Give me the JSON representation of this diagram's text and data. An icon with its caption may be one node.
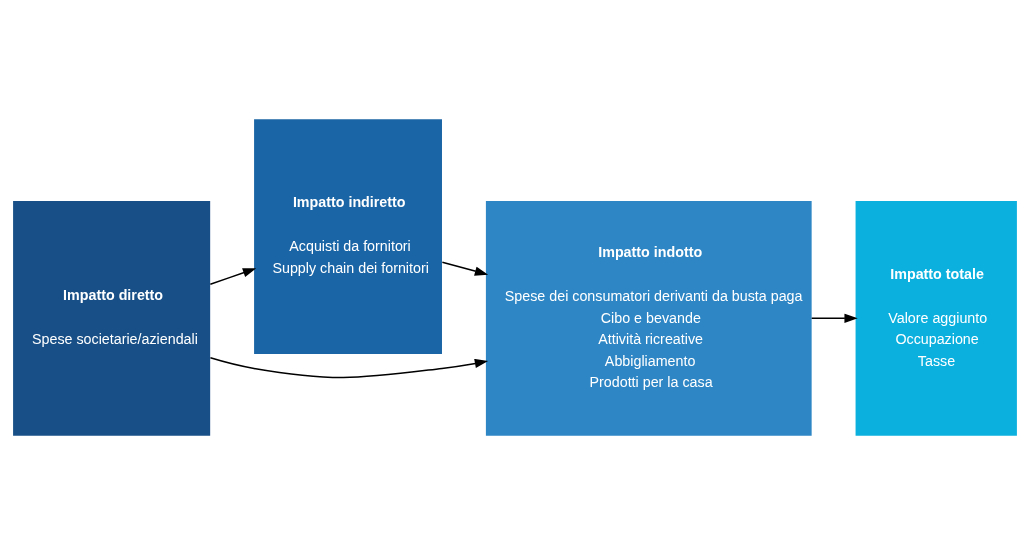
{
  "diagram": {
    "nodes": [
      {
        "text": [
          "Impatto diretto",
          "Spese societarie/aziendali"
        ]
      },
      {
        "text": [
          "Impatto indiretto",
          "Acquisti da fornitori",
          "Supply chain dei fornitori"
        ]
      },
      {
        "text": [
          "Impatto indotto",
          "Spese dei consumatori derivanti da busta paga",
          "Cibo e bevande",
          "Attività ricreative",
          "Abbigliamento",
          "Prodotti per la casa"
        ]
      },
      {
        "text": [
          "Impatto totale",
          "Valore aggiunto",
          "Occupazione",
          "Tasse"
        ]
      }
    ],
    "edges": [
      {
        "from": 0,
        "to": 2,
        "arrow": "to"
      },
      {
        "from": 0,
        "to": 1,
        "arrow": "to"
      },
      {
        "from": 1,
        "to": 2,
        "arrow": "to"
      },
      {
        "from": 2,
        "to": 3,
        "arrow": "to"
      }
    ]
  }
}
